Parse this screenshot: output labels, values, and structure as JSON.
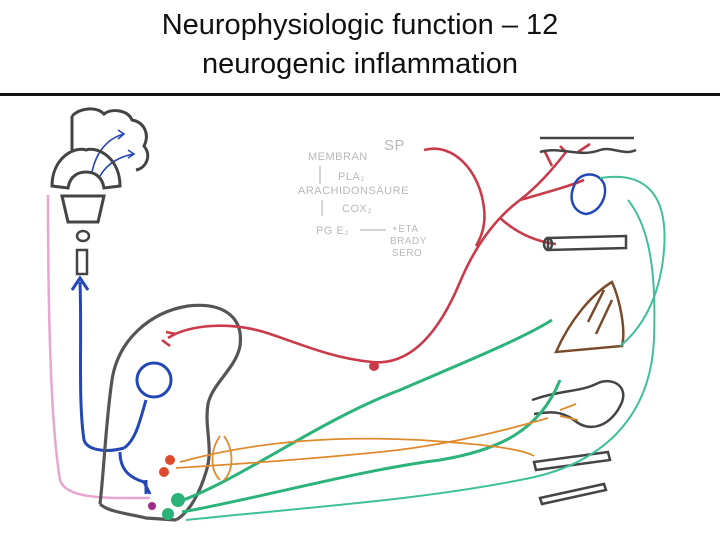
{
  "title": {
    "line1": "Neurophysiologic function – 12",
    "line2": "neurogenic inflammation"
  },
  "diagram": {
    "sp_label": "SP",
    "cascade": {
      "step1": "MEMBRAN",
      "step2": "PLA₂",
      "step3": "ARACHIDONSÄURE",
      "step4": "COX₂",
      "step5": "PG E₂",
      "effect1": "+ETA",
      "effect2": "BRADY",
      "effect3": "SERO"
    },
    "colors": {
      "sensory_afferent": "#c93a4a",
      "ascending_tract": "#2447b8",
      "motor_efferent": "#2bb37a",
      "motor_efferent_light": "#3fbf9a",
      "sympathetic": "#e08a2e",
      "descending_tract": "#e7a6cf",
      "spinal_cord_outline": "#555555",
      "annotation": "#b9b9b9"
    }
  }
}
